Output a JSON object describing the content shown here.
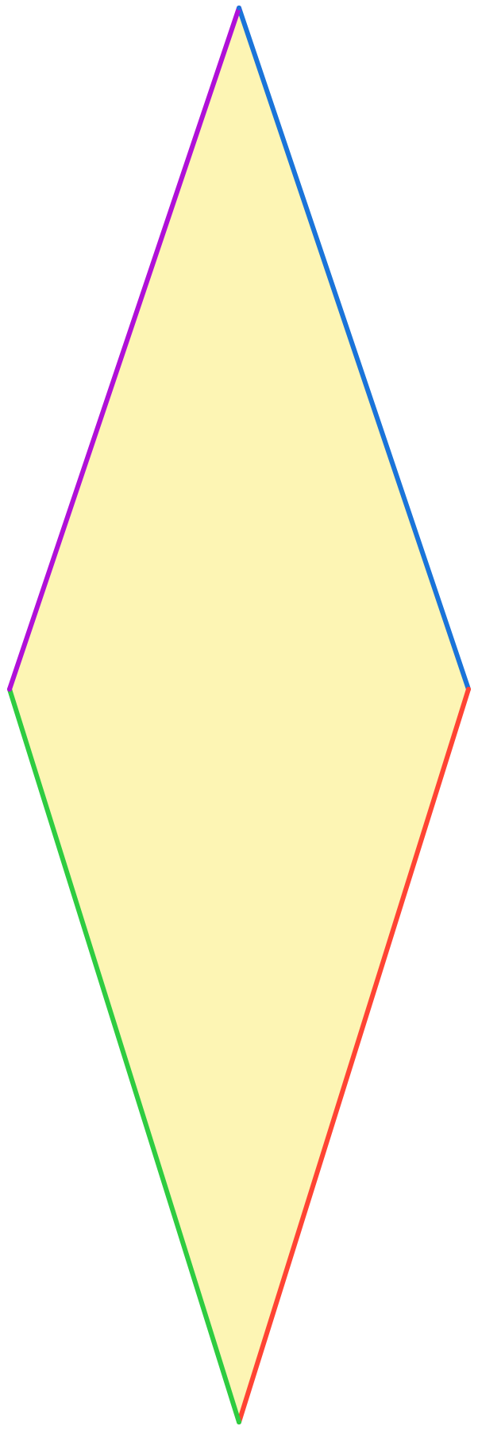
{
  "diagram": {
    "shape": "rhombus",
    "fill_color": "#fdf5b4",
    "vertices": [
      "top",
      "right",
      "bottom",
      "left"
    ],
    "edges": [
      {
        "name": "top-right-edge",
        "from": "top",
        "to": "right",
        "color": "#1a74d9"
      },
      {
        "name": "right-bottom-edge",
        "from": "right",
        "to": "bottom",
        "color": "#ff4433"
      },
      {
        "name": "bottom-left-edge",
        "from": "bottom",
        "to": "left",
        "color": "#2ecc40"
      },
      {
        "name": "left-top-edge",
        "from": "left",
        "to": "top",
        "color": "#b010d8"
      }
    ]
  }
}
